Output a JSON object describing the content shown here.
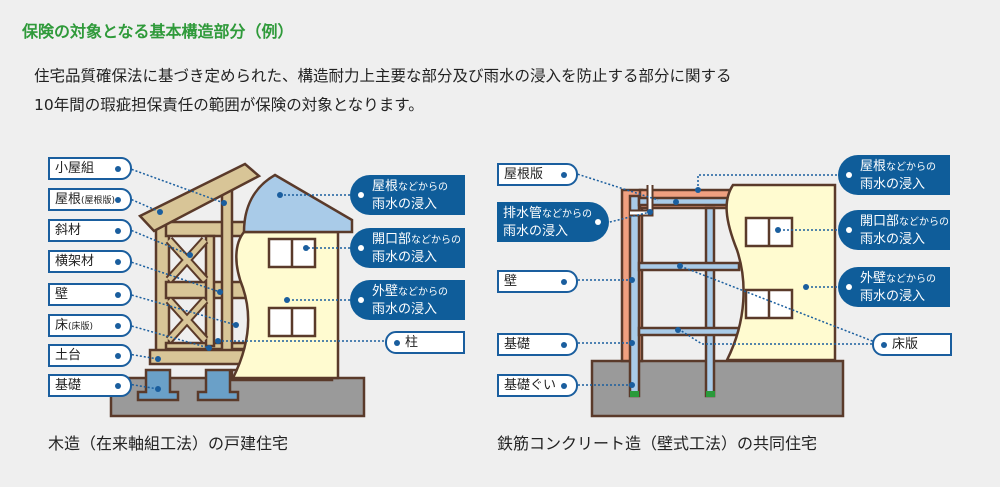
{
  "title": "保険の対象となる基本構造部分（例）",
  "body": [
    "住宅品質確保法に基づき定められた、構造耐力上主要な部分及び雨水の浸入を防止する部分に関する",
    "10年間の瑕疵担保責任の範囲が保険の対象となります。"
  ],
  "wood": {
    "caption": "木造（在来軸組工法）の戸建住宅",
    "labels": [
      {
        "main": "小屋組",
        "sub": ""
      },
      {
        "main": "屋根",
        "sub": "(屋根版)"
      },
      {
        "main": "斜材",
        "sub": ""
      },
      {
        "main": "横架材",
        "sub": ""
      },
      {
        "main": "壁",
        "sub": ""
      },
      {
        "main": "床",
        "sub": "(床版)"
      },
      {
        "main": "土台",
        "sub": ""
      },
      {
        "main": "基礎",
        "sub": ""
      }
    ],
    "callouts": [
      {
        "main": "屋根",
        "sub": "などからの",
        "line2": "雨水の浸入"
      },
      {
        "main": "開口部",
        "sub": "などからの",
        "line2": "雨水の浸入"
      },
      {
        "main": "外壁",
        "sub": "などからの",
        "line2": "雨水の浸入"
      }
    ],
    "column": "柱"
  },
  "rc": {
    "caption": "鉄筋コンクリート造（壁式工法）の共同住宅",
    "labels": [
      "屋根版",
      "壁",
      "基礎",
      "基礎ぐい"
    ],
    "drain": {
      "main": "排水管",
      "sub": "などからの",
      "line2": "雨水の浸入"
    },
    "callouts": [
      {
        "main": "屋根",
        "sub": "などからの",
        "line2": "雨水の浸入"
      },
      {
        "main": "開口部",
        "sub": "などからの",
        "line2": "雨水の浸入"
      },
      {
        "main": "外壁",
        "sub": "などからの",
        "line2": "雨水の浸入"
      }
    ],
    "floor": "床版"
  },
  "colors": {
    "accent": "#0f5d9a",
    "title": "#2f9a3a"
  }
}
